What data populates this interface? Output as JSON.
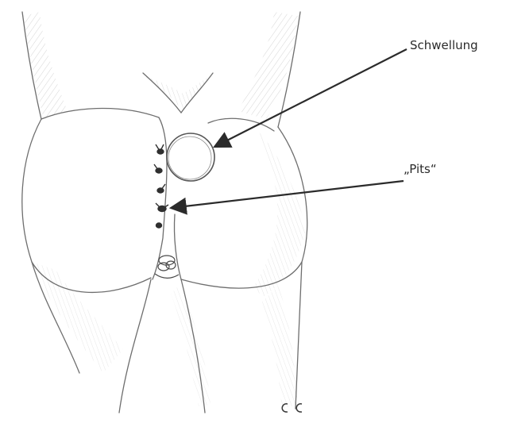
{
  "annotations": {
    "swelling_label": "Schwellung",
    "pits_label": "„Pits“"
  },
  "signature": "cc",
  "colors": {
    "pencil": "#7a7a7a",
    "pencil_dark": "#3a3a3a",
    "arrow": "#2b2b2b",
    "paper": "#ffffff"
  }
}
